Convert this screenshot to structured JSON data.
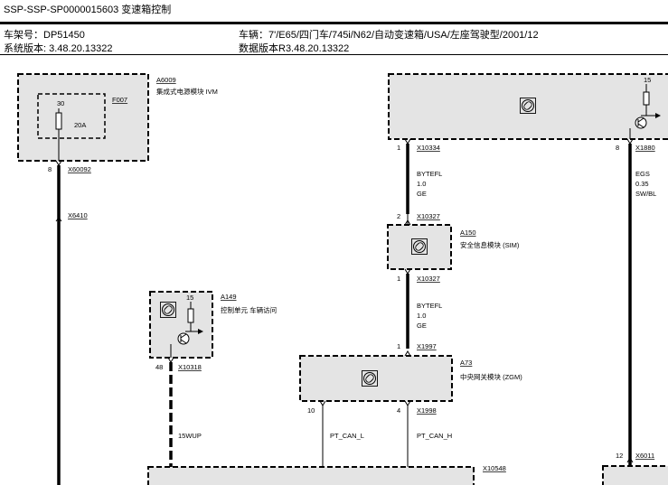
{
  "header": {
    "title": "SSP-SSP-SP0000015603 变速箱控制",
    "frame_number": "车架号：DP51450",
    "vehicle": "车辆：7'/E65/四门车/745i/N62/自动变速箱/USA/左座驾驶型/2001/12",
    "system_version": "系统版本: 3.48.20.13322",
    "data_version": "数据版本R3.48.20.13322"
  },
  "schematic": {
    "modules": {
      "ivm": {
        "ref": "A6009",
        "name": "集成式电源模块 IVM"
      },
      "sim": {
        "ref": "A150",
        "name": "安全信息模块 (SIM)"
      },
      "car_access": {
        "ref": "A149",
        "name": "控制单元 车辆访问"
      },
      "zgm": {
        "ref": "A73",
        "name": "中央网关模块 (ZGM)"
      }
    },
    "fuse": {
      "ref": "F007",
      "terminal": "30",
      "rating": "20A"
    },
    "connectors": {
      "x60092": "X60092",
      "x6410": "X6410",
      "x10334": "X10334",
      "x10327a": "X10327",
      "x10327b": "X10327",
      "x1880": "X1880",
      "x10318": "X10318",
      "x1997": "X1997",
      "x1998": "X1998",
      "x10548": "X10548",
      "x6011": "X6011"
    },
    "pins": {
      "ivm_out": "8",
      "x10334": "1",
      "x1880": "8",
      "sim_in": "2",
      "sim_out": "1",
      "car_access_out": "48",
      "zgm_in": "1",
      "zgm_pt_can_l": "10",
      "zgm_pt_can_h": "4",
      "x6011": "12",
      "car_access_term": "15",
      "top_right_term": "15"
    },
    "wires": {
      "byte_fl_1": {
        "signal": "BYTEFL",
        "size": "1.0",
        "color": "GE"
      },
      "byte_fl_2": {
        "signal": "BYTEFL",
        "size": "1.0",
        "color": "GE"
      },
      "egs": {
        "signal": "EGS",
        "size": "0.35",
        "color": "SW/BL"
      },
      "wup": "15WUP",
      "pt_can_l": "PT_CAN_L",
      "pt_can_h": "PT_CAN_H"
    }
  }
}
